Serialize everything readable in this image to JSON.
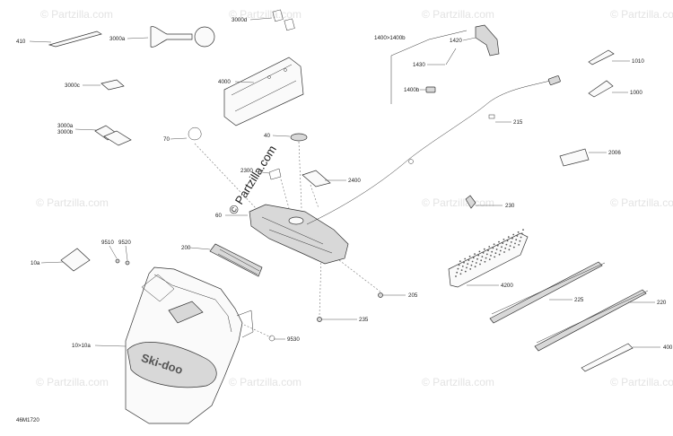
{
  "watermark": {
    "brand": "© Partzilla.com"
  },
  "diagram_code": "46M1720",
  "callouts": {
    "c410": "410",
    "c3000a_top": "3000a",
    "c3000d": "3000d",
    "c3000c": "3000c",
    "c4000": "4000",
    "c3000a": "3000a",
    "c3000b": "3000b",
    "c70": "70",
    "c40": "40",
    "c2300": "2300",
    "c2400": "2400",
    "c60": "60",
    "c1400_range": "1400>1400b",
    "c1420": "1420",
    "c1430": "1430",
    "c1400b": "1400b",
    "c1010": "1010",
    "c1000": "1000",
    "c215": "215",
    "c2006": "2006",
    "c230": "230",
    "c9510": "9510",
    "c9520": "9520",
    "c10a": "10a",
    "c200": "200",
    "c205": "205",
    "c235": "235",
    "c4200": "4200",
    "c225": "225",
    "c220": "220",
    "c10_range": "10>10a",
    "c9530": "9530",
    "c400": "400"
  },
  "logo_text": "Ski-doo"
}
